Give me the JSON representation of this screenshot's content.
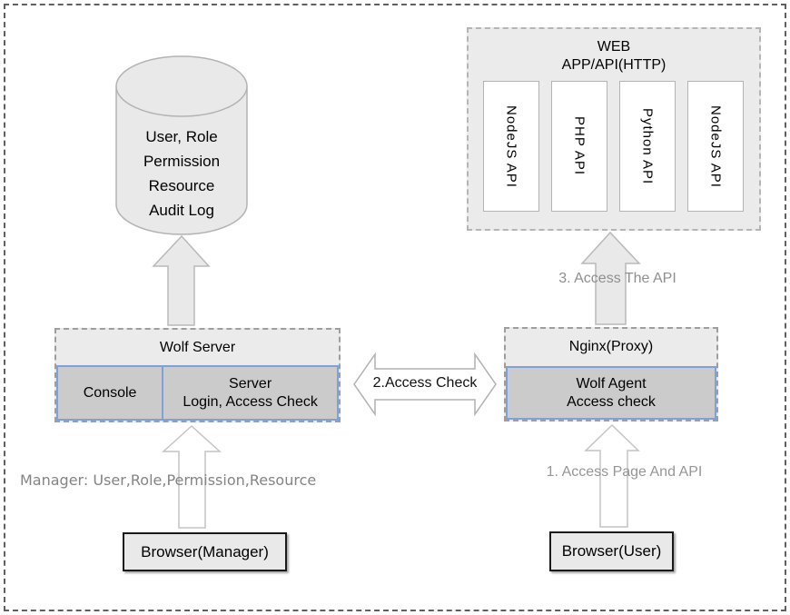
{
  "colors": {
    "container_fill": "#ebebeb",
    "cell_fill": "#cbcbcb",
    "cell_border_accent": "#7ea1dc",
    "shape_fill": "#e9e9e9",
    "shape_stroke": "#b9b9b9",
    "browser_fill": "#e9e9e9",
    "gray_label_text": "#8f8f8f",
    "frame_border": "#606060"
  },
  "database": {
    "lines": [
      "User, Role",
      "Permission",
      "Resource",
      "Audit Log"
    ]
  },
  "web_api": {
    "title_lines": [
      "WEB",
      "APP/API(HTTP)"
    ],
    "apis": [
      "NodeJS API",
      "PHP API",
      "Python API",
      "NodeJS API"
    ]
  },
  "wolf_server": {
    "title": "Wolf Server",
    "console_label": "Console",
    "server_lines": [
      "Server",
      "Login, Access Check"
    ]
  },
  "nginx": {
    "title": "Nginx(Proxy)",
    "agent_lines": [
      "Wolf Agent",
      "Access check"
    ]
  },
  "arrows": {
    "access_check_label": "2.Access Check",
    "access_api_label": "3. Access The API",
    "access_page_label": "1. Access Page And API"
  },
  "manager_note": "Manager: User,Role,Permission,Resource",
  "browsers": {
    "manager_label": "Browser(Manager)",
    "user_label": "Browser(User)"
  }
}
